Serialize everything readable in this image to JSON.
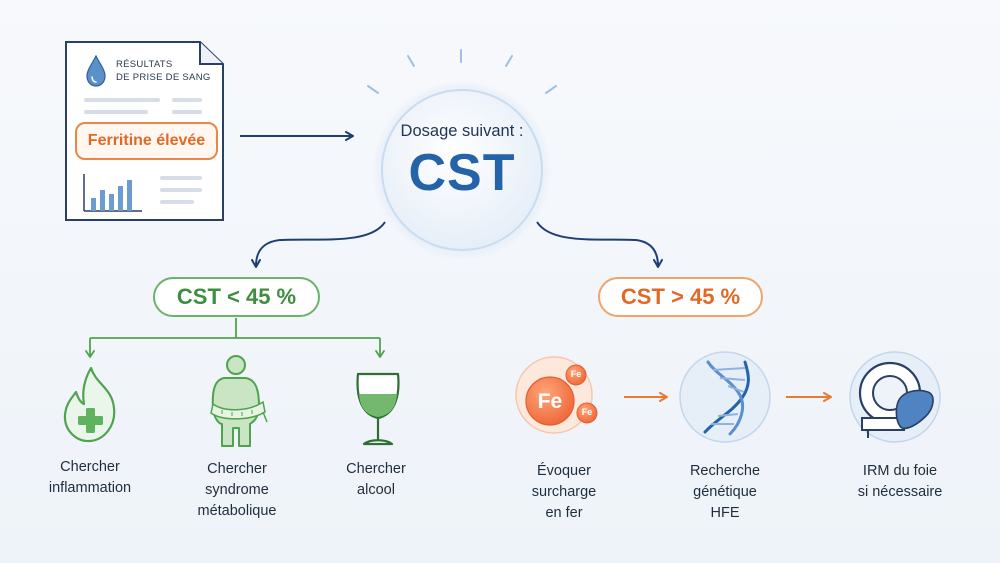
{
  "document": {
    "title_line1": "Résultats",
    "title_line2": "de prise de sang",
    "badge": "Ferritine élevée"
  },
  "center": {
    "subtitle": "Dosage suivant :",
    "title": "CST"
  },
  "left_branch": {
    "condition": "CST < 45 %",
    "items": [
      {
        "icon": "inflammation-flame-icon",
        "line1": "Chercher",
        "line2": "inflammation",
        "line3": ""
      },
      {
        "icon": "metabolic-syndrome-icon",
        "line1": "Chercher",
        "line2": "syndrome",
        "line3": "métabolique"
      },
      {
        "icon": "wine-glass-icon",
        "line1": "Chercher",
        "line2": "alcool",
        "line3": ""
      }
    ]
  },
  "right_branch": {
    "condition": "CST > 45 %",
    "items": [
      {
        "icon": "iron-overload-icon",
        "line1": "Évoquer",
        "line2": "surcharge",
        "line3": "en fer"
      },
      {
        "icon": "dna-icon",
        "line1": "Recherche",
        "line2": "génétique",
        "line3": "HFE"
      },
      {
        "icon": "mri-liver-icon",
        "line1": "IRM du foie",
        "line2": "si nécessaire",
        "line3": ""
      }
    ]
  },
  "iron": {
    "big": "Fe",
    "small": "Fe"
  },
  "colors": {
    "navy": "#1e3f73",
    "blue": "#2563a8",
    "green": "#4fa34f",
    "orange": "#e97a33"
  }
}
